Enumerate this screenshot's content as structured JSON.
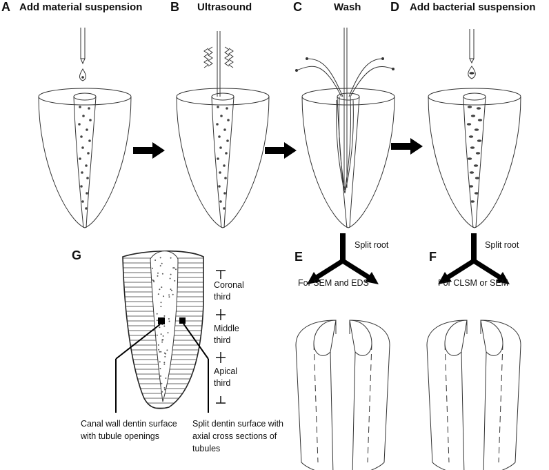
{
  "panels": {
    "A": {
      "letter": "A",
      "title": "Add material suspension"
    },
    "B": {
      "letter": "B",
      "title": "Ultrasound"
    },
    "C": {
      "letter": "C",
      "title": "Wash"
    },
    "D": {
      "letter": "D",
      "title": "Add bacterial suspension"
    },
    "E": {
      "letter": "E",
      "split_label": "Split root",
      "purpose": "For SEM and EDS"
    },
    "F": {
      "letter": "F",
      "split_label": "Split root",
      "purpose": "For CLSM or SEM"
    },
    "G": {
      "letter": "G",
      "thirds": [
        "Coronal third",
        "Middle third",
        "Apical third"
      ],
      "thirds_lines": [
        [
          "Coronal",
          "third"
        ],
        [
          "Middle",
          "third"
        ],
        [
          "Apical",
          "third"
        ]
      ],
      "caption_left": "Canal wall dentin surface with tubule openings",
      "caption_right": "Split dentin surface with axial cross sections of tubules"
    }
  }
}
